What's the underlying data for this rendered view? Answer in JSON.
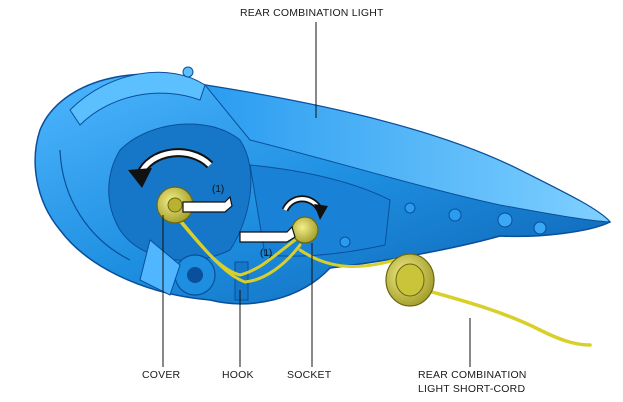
{
  "labels": {
    "rear_combination_light": "REAR COMBINATION LIGHT",
    "cover": "COVER",
    "hook": "HOOK",
    "socket": "SOCKET",
    "short_cord_line1": "REAR COMBINATION",
    "short_cord_line2": "LIGHT SHORT-CORD"
  },
  "step_markers": [
    "(1)",
    "(1)"
  ],
  "colors": {
    "housing": "#1e8fe0",
    "housing_dark": "#0a4f9a",
    "wire": "#d9cf2a",
    "bulb": "#c9c43a"
  }
}
